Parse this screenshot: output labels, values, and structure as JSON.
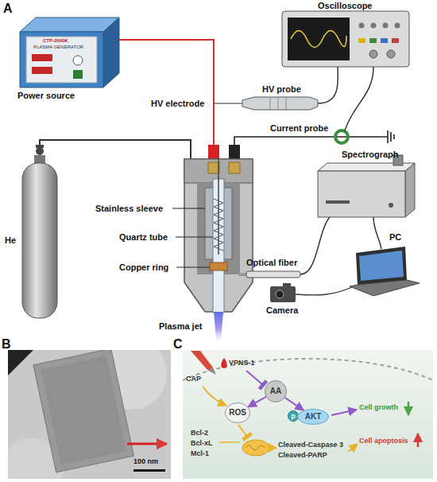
{
  "diagram": {
    "nodes": [
      {
        "text": [
          "AA"
        ]
      },
      {
        "text": [
          "ROS"
        ]
      },
      {
        "text": [
          "p"
        ]
      },
      {
        "text": [
          "AKT"
        ]
      }
    ],
    "edges": [
      {
        "from": 0,
        "to": 1,
        "arrow": "to"
      },
      {
        "from": 0,
        "to": 3,
        "arrow": "to"
      }
    ],
    "labels": [
      "A",
      "CTP-2000K",
      "PLASMA GENERATOR",
      "Power source",
      "Oscilloscope",
      "HV probe",
      "HV electrode",
      "Current probe",
      "He",
      "Stainless sleeve",
      "Quartz tube",
      "Copper ring",
      "Plasma jet",
      "Spectrograph",
      "Optical fiber",
      "Camera",
      "PC",
      "B",
      "100 nm",
      "C",
      "CAP",
      "VPNS-1",
      "Bcl-2",
      "Bcl-xL",
      "Mcl-1",
      "Cleaved-Caspase 3",
      "Cleaved-PARP",
      "Cell growth",
      "Cell apoptosis"
    ]
  }
}
